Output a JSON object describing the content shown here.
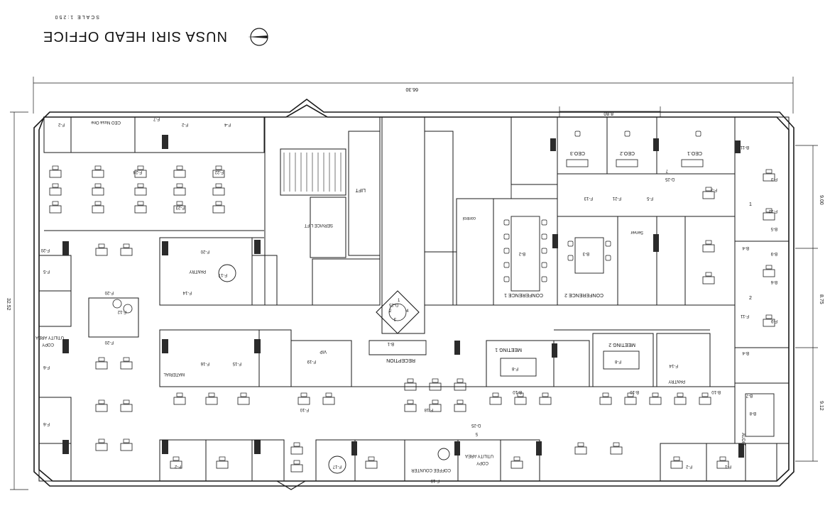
{
  "title": {
    "company": "NUSA SIRI",
    "office": "HEAD OFFICE",
    "scale": "SCALE 1:250"
  },
  "dimensions": {
    "total_width": "66.30",
    "total_height": "32.52",
    "top_segment": "8.80",
    "right_1": "9.00",
    "right_2": "8.75",
    "right_3": "9.12"
  },
  "rooms": {
    "ceo1": "CEO.1",
    "ceo2": "CEO.2",
    "ceo3": "CEO.3",
    "conf1": "CONFERENCE 1",
    "conf2": "CONFERENCE 2",
    "meet1": "MEETING 1",
    "meet2": "MEETING 2",
    "reception": "RECEPTION",
    "pantry": "PANTRY",
    "pantry2": "PANTRY",
    "material": "MATERIAL",
    "vip": "VIP",
    "lift1": "LIFT",
    "lift2": "SERVICE LIFT",
    "utility1": "UTILITY AREA",
    "utility2": "UTILITY AREA",
    "copy1": "COPY",
    "copy2": "COPY",
    "coffee": "COFFEE COUNTER",
    "audit": "AUDIT",
    "server": "Server",
    "control": "control",
    "ceo_nusa": "CEO Nusa One",
    "num1": "1",
    "num2": "2"
  },
  "codes": {
    "f1": "F-1",
    "f2": "F-2",
    "f3": "F-3",
    "f4": "F-4",
    "f5": "F-5",
    "f6": "F-6",
    "f7": "F-7",
    "f8": "F-8",
    "f9": "F-9",
    "f10": "F-10",
    "f11": "F-11",
    "f12": "F-12",
    "f13": "F-13",
    "f14": "F-14",
    "f15": "F-15",
    "f16": "F-16",
    "f17": "F-17",
    "f18": "F-18",
    "f19": "F-19",
    "f20": "F-20",
    "f21": "F-21",
    "f22": "F-22",
    "f23": "F-23",
    "f24": "F-24",
    "b1": "B-1",
    "b2": "B-2",
    "b3": "B-3",
    "b4": "B-4",
    "b5": "B-5",
    "b6": "B-6",
    "b7": "B-7",
    "b8": "B-8",
    "b9": "B-9",
    "b10": "B-10",
    "b11": "B-11",
    "d25": "D-25",
    "n1": "1",
    "n2": "2",
    "n3": "3",
    "n4": "4",
    "n5": "5",
    "n7": "7"
  },
  "colors": {
    "line": "#1a1a1a",
    "fill": "#2b2b2b",
    "paper": "#ffffff"
  }
}
